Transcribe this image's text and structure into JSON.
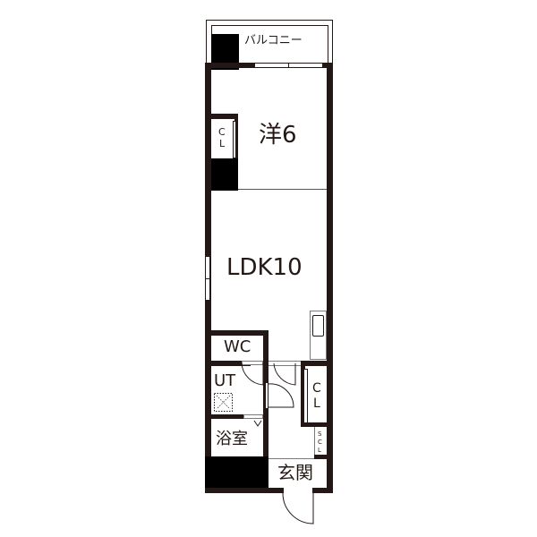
{
  "floorplan": {
    "colors": {
      "wall": "#231815",
      "fill": "#000000",
      "background": "#ffffff",
      "line": "#7a7a7a"
    },
    "rooms": {
      "balcony": "バルコニー",
      "western_room": "洋6",
      "ldk": "LDK10",
      "wc": "WC",
      "utility": "UT",
      "bathroom": "浴室",
      "entrance": "玄関"
    },
    "closets": {
      "bedroom_cl_c": "C",
      "bedroom_cl_l": "L",
      "hall_cl_c": "C",
      "hall_cl_l": "L",
      "shoe_cl_s": "S",
      "shoe_cl_c": "C",
      "shoe_cl_l": "L"
    }
  }
}
